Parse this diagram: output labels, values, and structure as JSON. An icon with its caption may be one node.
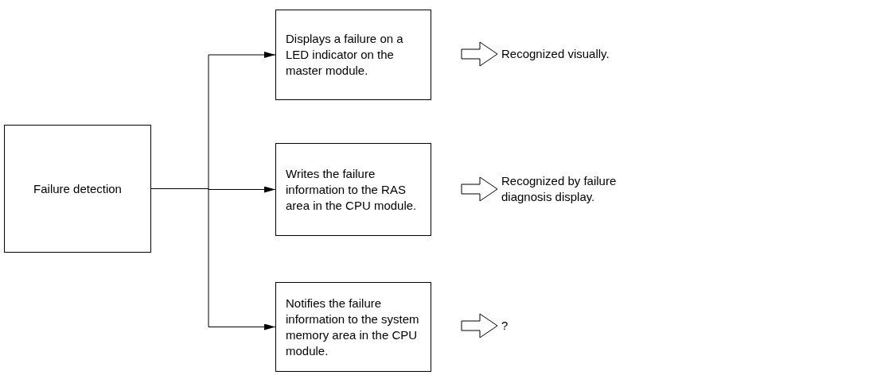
{
  "diagram": {
    "nodes": [
      {
        "text": [
          "Failure detection"
        ]
      },
      {
        "text": [
          "Displays a failure on a LED indicator on the master module."
        ]
      },
      {
        "text": [
          "Writes the failure information to the RAS area in the CPU module."
        ]
      },
      {
        "text": [
          "Notifies the failure information to the system memory area in the CPU module."
        ]
      },
      {
        "text": [
          "Recognized visually."
        ]
      },
      {
        "text": [
          "Recognized by failure diagnosis display."
        ]
      },
      {
        "text": [
          "?"
        ]
      }
    ],
    "edges": [
      {
        "from": 0,
        "to": 1,
        "arrow": "to"
      },
      {
        "from": 0,
        "to": 2,
        "arrow": "to"
      },
      {
        "from": 0,
        "to": 3,
        "arrow": "to"
      },
      {
        "from": 1,
        "to": 4,
        "arrow": "to",
        "style": "thick"
      },
      {
        "from": 2,
        "to": 5,
        "arrow": "to",
        "style": "thick"
      },
      {
        "from": 3,
        "to": 6,
        "arrow": "to",
        "style": "thick"
      }
    ]
  }
}
